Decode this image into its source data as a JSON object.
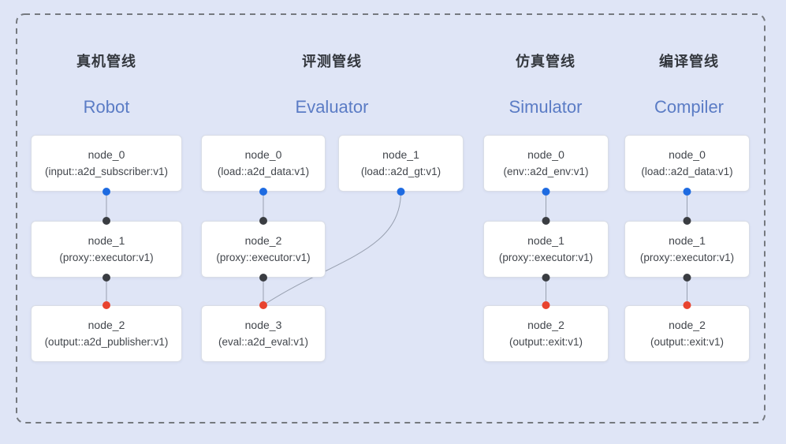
{
  "diagram": {
    "background": "#dfe5f6",
    "border_color": "#75797f"
  },
  "colors": {
    "dot_blue": "#1e6be1",
    "dot_black": "#3a3d42",
    "dot_red": "#e8432f",
    "edge": "#98a0b0",
    "box_bg": "#ffffff",
    "box_border": "#d9dde6",
    "title": "#33373d",
    "subtitle": "#5b7cc5",
    "node_text": "#42464c"
  },
  "pipelines": [
    {
      "id": "robot",
      "title": "真机管线",
      "subtitle": "Robot",
      "nodes": [
        {
          "name": "node_0",
          "type": "(input::a2d_subscriber:v1)",
          "col": 0,
          "row": 0,
          "top_dot": null,
          "bottom_dot": "blue"
        },
        {
          "name": "node_1",
          "type": "(proxy::executor:v1)",
          "col": 0,
          "row": 1,
          "top_dot": "black",
          "bottom_dot": "black"
        },
        {
          "name": "node_2",
          "type": "(output::a2d_publisher:v1)",
          "col": 0,
          "row": 2,
          "top_dot": "red",
          "bottom_dot": null
        }
      ],
      "edges": [
        {
          "from": 0,
          "to": 1,
          "style": "straight"
        },
        {
          "from": 1,
          "to": 2,
          "style": "straight"
        }
      ]
    },
    {
      "id": "evaluator",
      "title": "评测管线",
      "subtitle": "Evaluator",
      "nodes": [
        {
          "name": "node_0",
          "type": "(load::a2d_data:v1)",
          "col": 0,
          "row": 0,
          "top_dot": null,
          "bottom_dot": "blue"
        },
        {
          "name": "node_1",
          "type": "(load::a2d_gt:v1)",
          "col": 1,
          "row": 0,
          "top_dot": null,
          "bottom_dot": "blue"
        },
        {
          "name": "node_2",
          "type": "(proxy::executor:v1)",
          "col": 0,
          "row": 1,
          "top_dot": "black",
          "bottom_dot": "black"
        },
        {
          "name": "node_3",
          "type": "(eval::a2d_eval:v1)",
          "col": 0,
          "row": 2,
          "top_dot": "red",
          "bottom_dot": null
        }
      ],
      "edges": [
        {
          "from": 0,
          "to": 2,
          "style": "straight"
        },
        {
          "from": 2,
          "to": 3,
          "style": "straight"
        },
        {
          "from": 1,
          "to": 3,
          "style": "curve"
        }
      ]
    },
    {
      "id": "simulator",
      "title": "仿真管线",
      "subtitle": "Simulator",
      "nodes": [
        {
          "name": "node_0",
          "type": "(env::a2d_env:v1)",
          "col": 0,
          "row": 0,
          "top_dot": null,
          "bottom_dot": "blue"
        },
        {
          "name": "node_1",
          "type": "(proxy::executor:v1)",
          "col": 0,
          "row": 1,
          "top_dot": "black",
          "bottom_dot": "black"
        },
        {
          "name": "node_2",
          "type": "(output::exit:v1)",
          "col": 0,
          "row": 2,
          "top_dot": "red",
          "bottom_dot": null
        }
      ],
      "edges": [
        {
          "from": 0,
          "to": 1,
          "style": "straight"
        },
        {
          "from": 1,
          "to": 2,
          "style": "straight"
        }
      ]
    },
    {
      "id": "compiler",
      "title": "编译管线",
      "subtitle": "Compiler",
      "nodes": [
        {
          "name": "node_0",
          "type": "(load::a2d_data:v1)",
          "col": 0,
          "row": 0,
          "top_dot": null,
          "bottom_dot": "blue"
        },
        {
          "name": "node_1",
          "type": "(proxy::executor:v1)",
          "col": 0,
          "row": 1,
          "top_dot": "black",
          "bottom_dot": "black"
        },
        {
          "name": "node_2",
          "type": "(output::exit:v1)",
          "col": 0,
          "row": 2,
          "top_dot": "red",
          "bottom_dot": null
        }
      ],
      "edges": [
        {
          "from": 0,
          "to": 1,
          "style": "straight"
        },
        {
          "from": 1,
          "to": 2,
          "style": "straight"
        }
      ]
    }
  ]
}
